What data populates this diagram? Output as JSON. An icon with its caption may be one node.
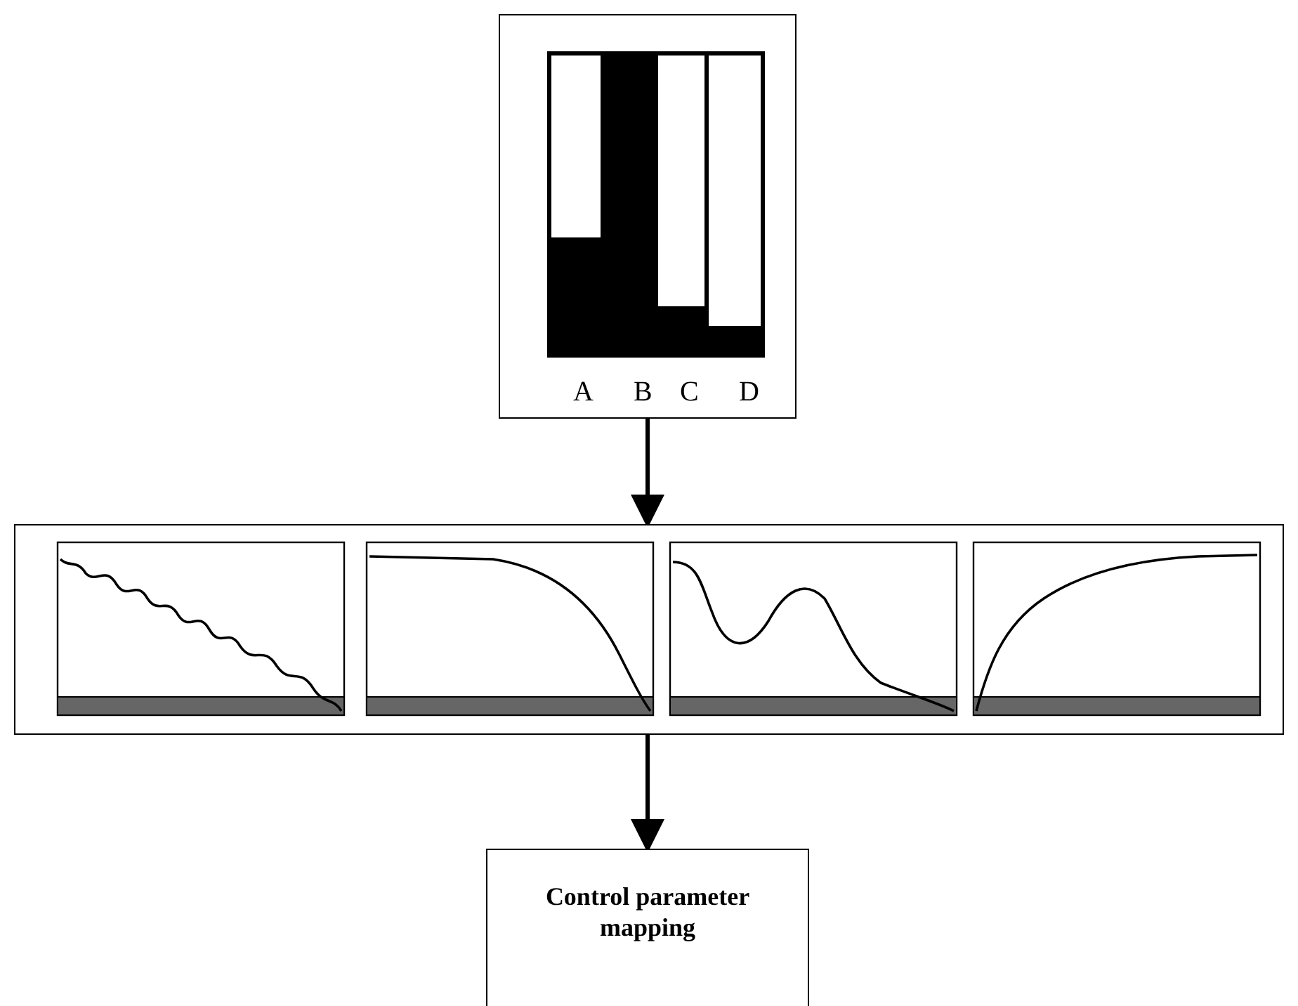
{
  "diagram": {
    "nodes": [
      {
        "text": [
          "A",
          "B",
          "C",
          "D"
        ]
      },
      {
        "text": [],
        "shape": "box"
      },
      {
        "text": [
          "Control parameter mapping"
        ]
      }
    ],
    "edges": [
      {
        "from": 0,
        "to": 1,
        "arrow": "to"
      },
      {
        "from": 1,
        "to": 2,
        "arrow": "to"
      }
    ]
  }
}
